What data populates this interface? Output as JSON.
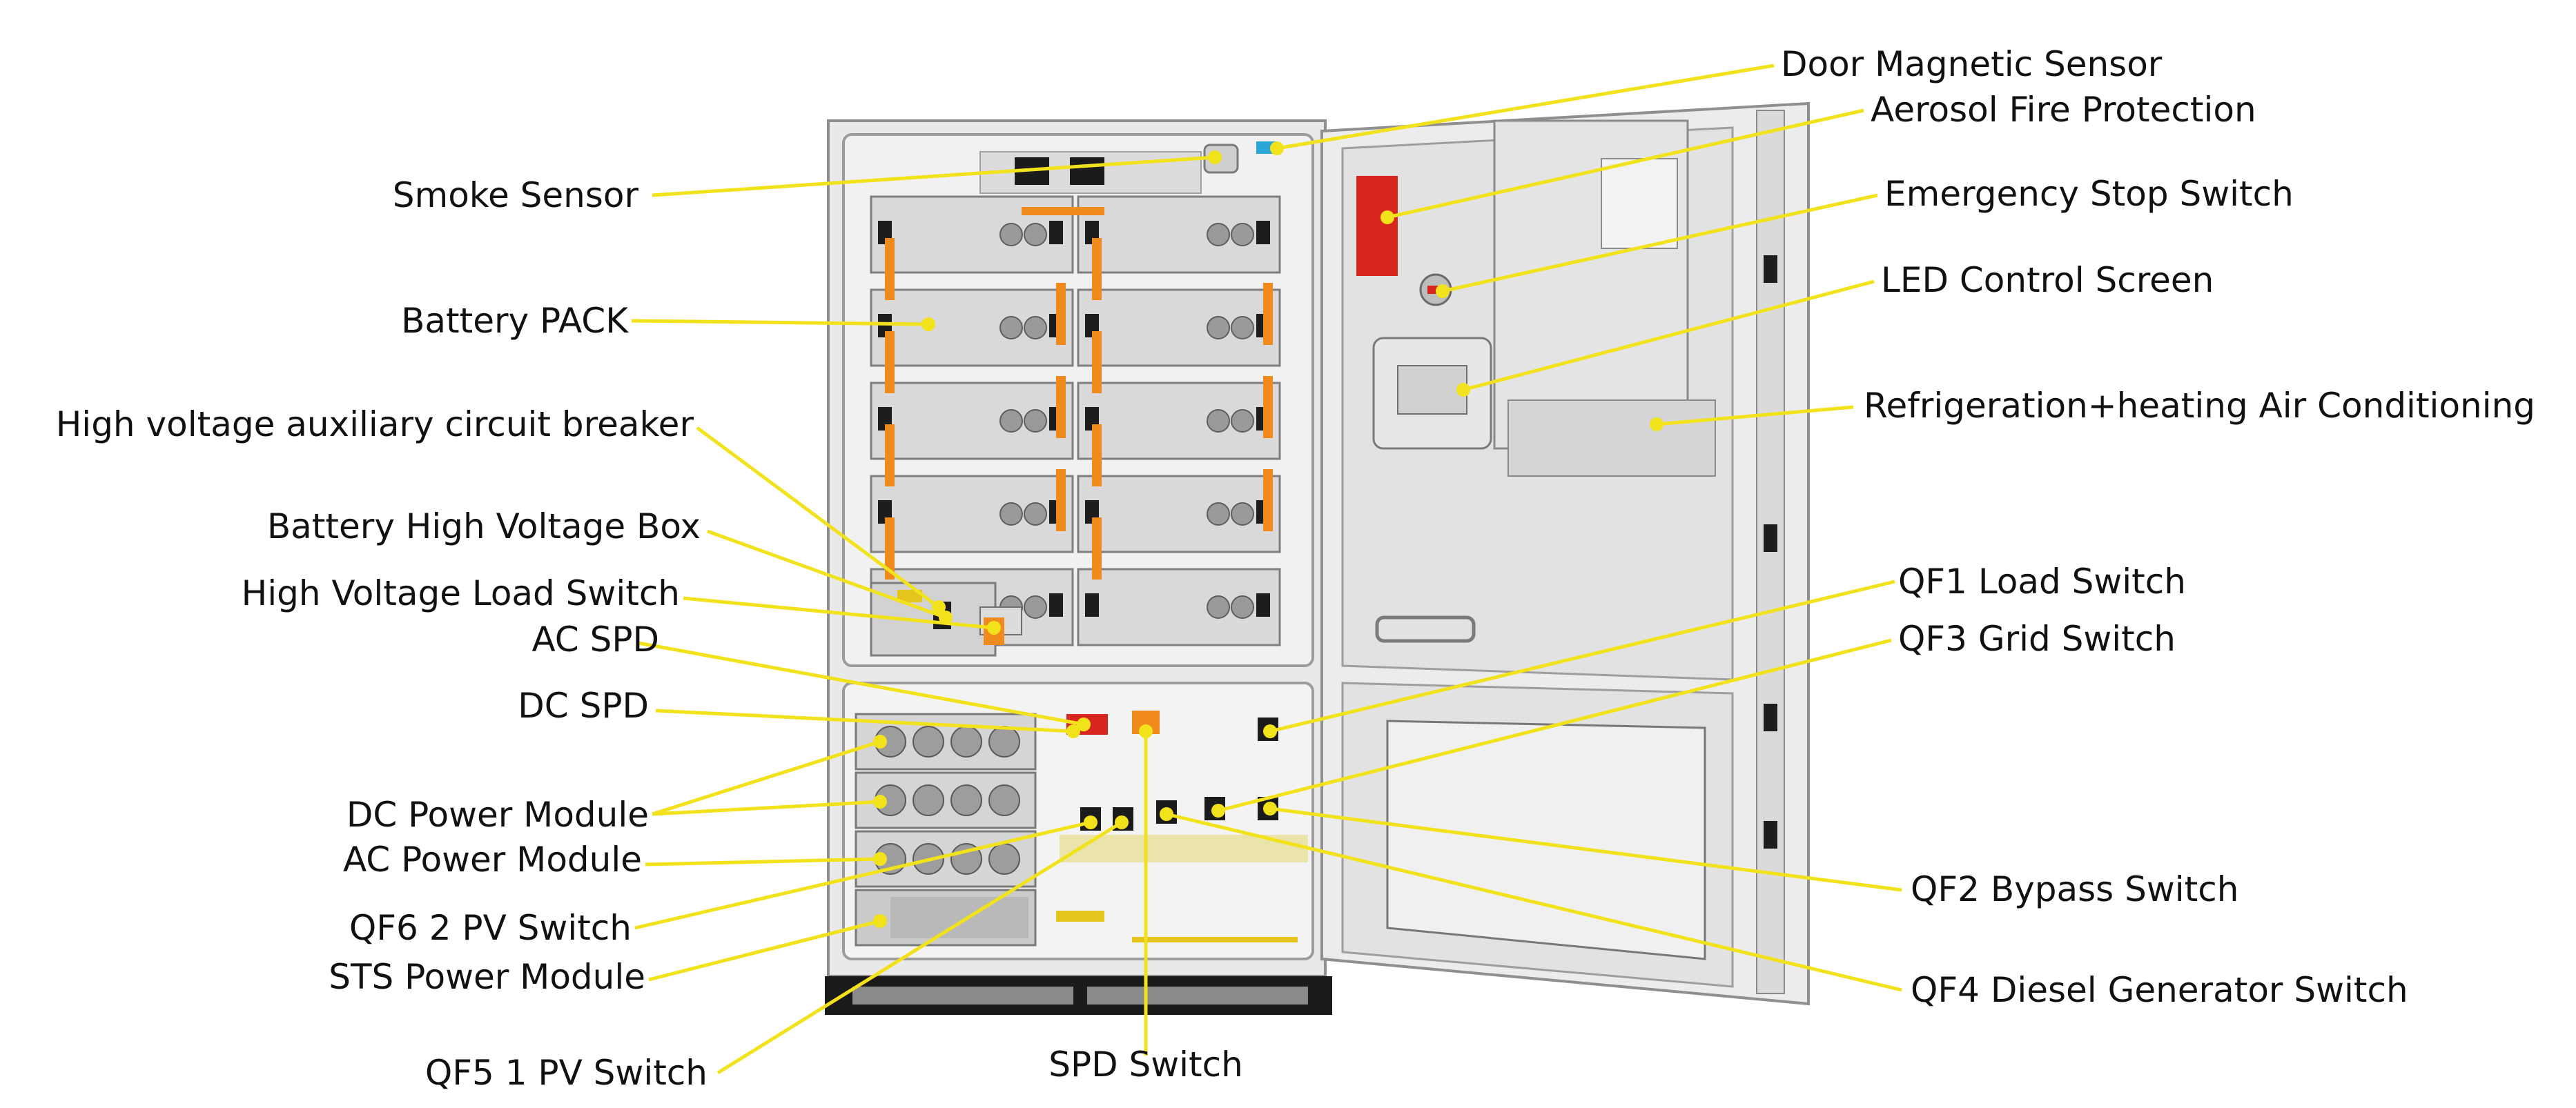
{
  "labels": {
    "smoke_sensor": "Smoke Sensor",
    "battery_pack": "Battery PACK",
    "hv_aux_breaker": "High voltage auxiliary circuit breaker",
    "battery_hv_box": "Battery High Voltage Box",
    "hv_load_switch": "High Voltage Load Switch",
    "ac_spd": "AC SPD",
    "dc_spd": "DC SPD",
    "dc_power_module": "DC Power Module",
    "ac_power_module": "AC Power Module",
    "qf6_pv_switch": "QF6 2 PV Switch",
    "sts_power_module": "STS Power Module",
    "qf5_pv_switch": "QF5 1 PV Switch",
    "spd_switch": "SPD Switch",
    "door_magnetic_sensor": "Door Magnetic Sensor",
    "aerosol_fire_protection": "Aerosol Fire Protection",
    "emergency_stop_switch": "Emergency Stop Switch",
    "led_control_screen": "LED Control Screen",
    "air_conditioning": "Refrigeration+heating Air Conditioning",
    "qf1_load_switch": "QF1 Load Switch",
    "qf3_grid_switch": "QF3 Grid Switch",
    "qf2_bypass_switch": "QF2 Bypass Switch",
    "qf4_diesel_switch": "QF4 Diesel Generator Switch"
  },
  "colors": {
    "leader": "#f2e21b",
    "text": "#111111",
    "cabinet": "#e6e6e6",
    "pack": "#d8d8d8",
    "busbar": "#f08a1c",
    "alarm_red": "#d7261e"
  }
}
